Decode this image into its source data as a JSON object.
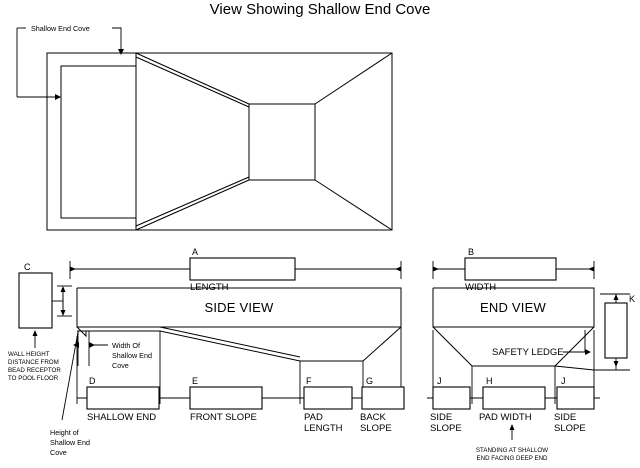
{
  "title": "View Showing Shallow End Cove",
  "perspective": {
    "callout_label": "Shallow End Cove"
  },
  "side_view": {
    "view_label": "SIDE VIEW",
    "top_dim_key": "A",
    "top_dim_label": "LENGTH",
    "wall_height_key": "C",
    "wall_height_note": [
      "WALL HEIGHT",
      "DISTANCE FROM",
      "BEAD RECEPTOR",
      "TO POOL FLOOR"
    ],
    "cove_width_note": [
      "Width Of",
      "Shallow End",
      "Cove"
    ],
    "cove_height_note": [
      "Height of",
      "Shallow End",
      "Cove"
    ],
    "segments": [
      {
        "key": "D",
        "label": [
          "SHALLOW END"
        ]
      },
      {
        "key": "E",
        "label": [
          "FRONT SLOPE"
        ]
      },
      {
        "key": "F",
        "label": [
          "PAD",
          "LENGTH"
        ]
      },
      {
        "key": "G",
        "label": [
          "BACK",
          "SLOPE"
        ]
      }
    ]
  },
  "end_view": {
    "view_label": "END VIEW",
    "top_dim_key": "B",
    "top_dim_label": "WIDTH",
    "safety_ledge_label": "SAFETY LEDGE",
    "depth_key": "K",
    "segments": [
      {
        "key": "J",
        "label": [
          "SIDE",
          "SLOPE"
        ]
      },
      {
        "key": "H",
        "label": [
          "PAD WIDTH"
        ]
      },
      {
        "key": "J",
        "label": [
          "SIDE",
          "SLOPE"
        ]
      }
    ],
    "orientation_note": [
      "STANDING AT SHALLOW",
      "END FACING DEEP END"
    ]
  },
  "colors": {
    "ink": "#000000",
    "paper": "#ffffff"
  }
}
